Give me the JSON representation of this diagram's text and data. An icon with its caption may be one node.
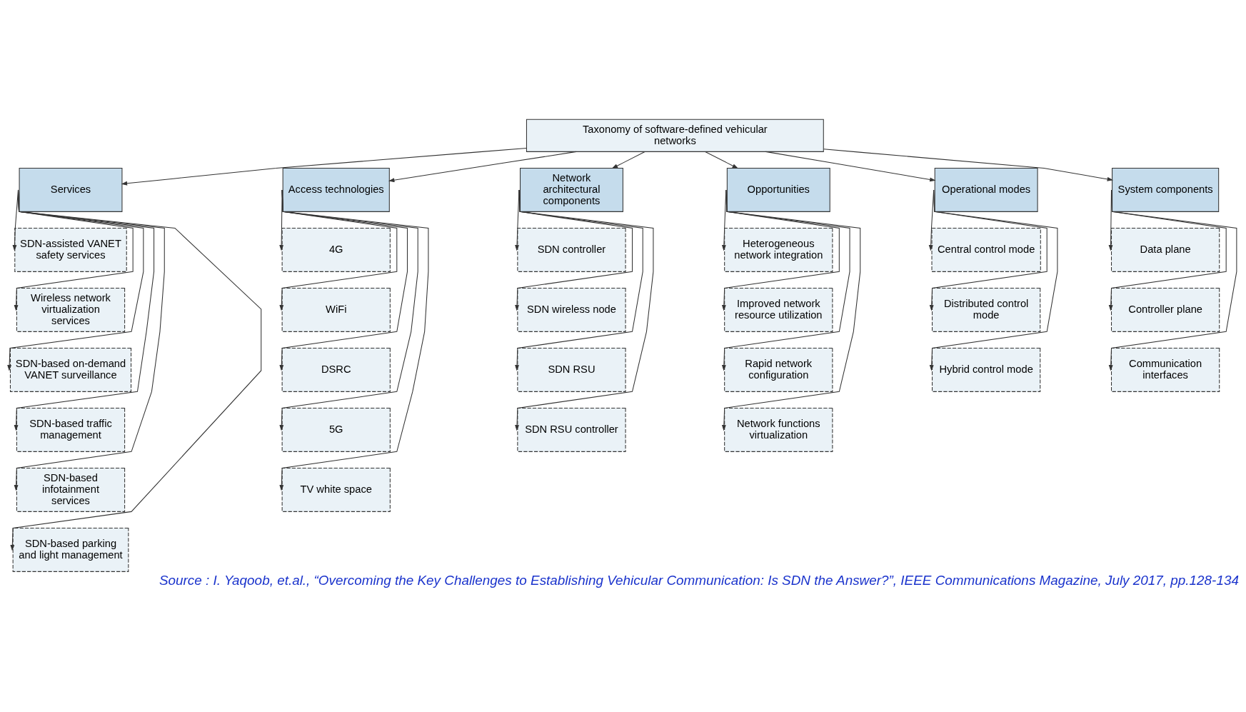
{
  "diagram": {
    "caption": "Source : I. Yaqoob, et.al., “Overcoming the Key Challenges to Establishing Vehicular Communication: Is SDN the Answer?”, IEEE Communications Magazine, July 2017, pp.128-134",
    "nodes": [
      {
        "text": [
          "Taxonomy of software-defined vehicular networks"
        ]
      },
      {
        "text": [
          "Services"
        ]
      },
      {
        "text": [
          "SDN-assisted VANET safety services"
        ]
      },
      {
        "text": [
          "Wireless network virtualization services"
        ]
      },
      {
        "text": [
          "SDN-based on-demand VANET surveillance"
        ]
      },
      {
        "text": [
          "SDN-based traffic management"
        ]
      },
      {
        "text": [
          "SDN-based infotainment services"
        ]
      },
      {
        "text": [
          "SDN-based parking and light management"
        ]
      },
      {
        "text": [
          "Access technologies"
        ]
      },
      {
        "text": [
          "4G"
        ]
      },
      {
        "text": [
          "WiFi"
        ]
      },
      {
        "text": [
          "DSRC"
        ]
      },
      {
        "text": [
          "5G"
        ]
      },
      {
        "text": [
          "TV white space"
        ]
      },
      {
        "text": [
          "Network architectural components"
        ]
      },
      {
        "text": [
          "SDN controller"
        ]
      },
      {
        "text": [
          "SDN wireless node"
        ]
      },
      {
        "text": [
          "SDN RSU"
        ]
      },
      {
        "text": [
          "SDN RSU controller"
        ]
      },
      {
        "text": [
          "Opportunities"
        ]
      },
      {
        "text": [
          "Heterogeneous network integration"
        ]
      },
      {
        "text": [
          "Improved network resource utilization"
        ]
      },
      {
        "text": [
          "Rapid network configuration"
        ]
      },
      {
        "text": [
          "Network functions virtualization"
        ]
      },
      {
        "text": [
          "Operational modes"
        ]
      },
      {
        "text": [
          "Central control mode"
        ]
      },
      {
        "text": [
          "Distributed control mode"
        ]
      },
      {
        "text": [
          "Hybrid control mode"
        ]
      },
      {
        "text": [
          "System components"
        ]
      },
      {
        "text": [
          "Data plane"
        ]
      },
      {
        "text": [
          "Controller plane"
        ]
      },
      {
        "text": [
          "Communication interfaces"
        ]
      }
    ],
    "edges": [
      {
        "from": 0,
        "to": 1,
        "arrow": "to"
      },
      {
        "from": 0,
        "to": 8,
        "arrow": "to"
      },
      {
        "from": 0,
        "to": 14,
        "arrow": "to"
      },
      {
        "from": 0,
        "to": 19,
        "arrow": "to"
      },
      {
        "from": 0,
        "to": 24,
        "arrow": "to"
      },
      {
        "from": 0,
        "to": 28,
        "arrow": "to"
      },
      {
        "from": 1,
        "to": 2,
        "arrow": "to"
      },
      {
        "from": 1,
        "to": 3,
        "arrow": "to"
      },
      {
        "from": 1,
        "to": 4,
        "arrow": "to"
      },
      {
        "from": 1,
        "to": 5,
        "arrow": "to"
      },
      {
        "from": 1,
        "to": 6,
        "arrow": "to"
      },
      {
        "from": 1,
        "to": 7,
        "arrow": "to"
      },
      {
        "from": 8,
        "to": 9,
        "arrow": "to"
      },
      {
        "from": 8,
        "to": 10,
        "arrow": "to"
      },
      {
        "from": 8,
        "to": 11,
        "arrow": "to"
      },
      {
        "from": 8,
        "to": 12,
        "arrow": "to"
      },
      {
        "from": 8,
        "to": 13,
        "arrow": "to"
      },
      {
        "from": 14,
        "to": 15,
        "arrow": "to"
      },
      {
        "from": 14,
        "to": 16,
        "arrow": "to"
      },
      {
        "from": 14,
        "to": 17,
        "arrow": "to"
      },
      {
        "from": 14,
        "to": 18,
        "arrow": "to"
      },
      {
        "from": 19,
        "to": 20,
        "arrow": "to"
      },
      {
        "from": 19,
        "to": 21,
        "arrow": "to"
      },
      {
        "from": 19,
        "to": 22,
        "arrow": "to"
      },
      {
        "from": 19,
        "to": 23,
        "arrow": "to"
      },
      {
        "from": 24,
        "to": 25,
        "arrow": "to"
      },
      {
        "from": 24,
        "to": 26,
        "arrow": "to"
      },
      {
        "from": 24,
        "to": 27,
        "arrow": "to"
      },
      {
        "from": 28,
        "to": 29,
        "arrow": "to"
      },
      {
        "from": 28,
        "to": 30,
        "arrow": "to"
      },
      {
        "from": 28,
        "to": 31,
        "arrow": "to"
      }
    ]
  }
}
